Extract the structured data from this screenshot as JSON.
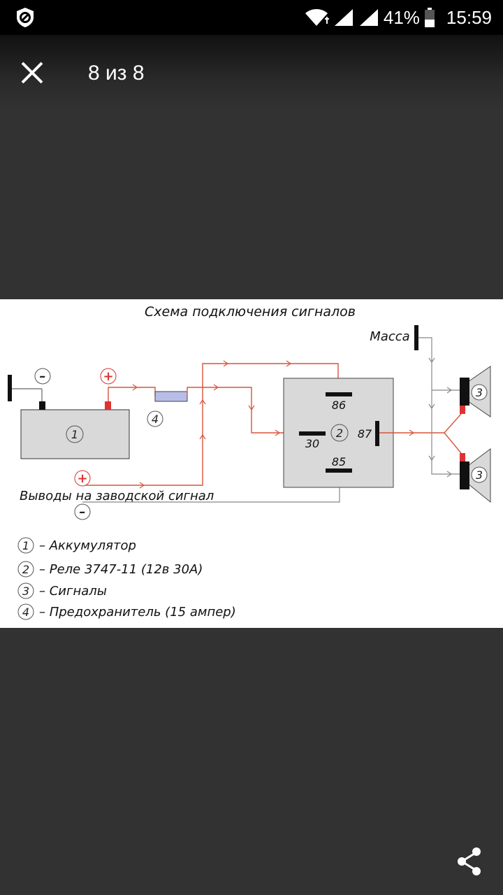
{
  "status_bar": {
    "battery": "41%",
    "time": "15:59",
    "icons": [
      "data-saver-icon",
      "wifi-icon",
      "signal-icon",
      "signal-icon-2",
      "battery-icon"
    ]
  },
  "toolbar": {
    "close_icon": "close-icon",
    "counter": "8 из 8"
  },
  "diagram": {
    "title": "Схема подключения сигналов",
    "ground_label": "Масса",
    "factory_label": "Выводы на заводской сигнал",
    "plus": "+",
    "minus": "–",
    "battery_num": "1",
    "relay_num": "2",
    "horn_num": "3",
    "fuse_num": "4",
    "pins": {
      "p86": "86",
      "p30": "30",
      "p87": "87",
      "p85": "85"
    },
    "colors": {
      "wire": "#d9533c",
      "ground_wire": "#888888",
      "box": "#d9d9d9"
    },
    "legend": [
      {
        "num": "1",
        "text": "– Аккумулятор"
      },
      {
        "num": "2",
        "text": "– Реле 3747-11 (12в   30А)"
      },
      {
        "num": "3",
        "text": "– Сигналы"
      },
      {
        "num": "4",
        "text": "– Предохранитель (15 ампер)"
      }
    ]
  },
  "share": {
    "icon": "share-icon"
  }
}
